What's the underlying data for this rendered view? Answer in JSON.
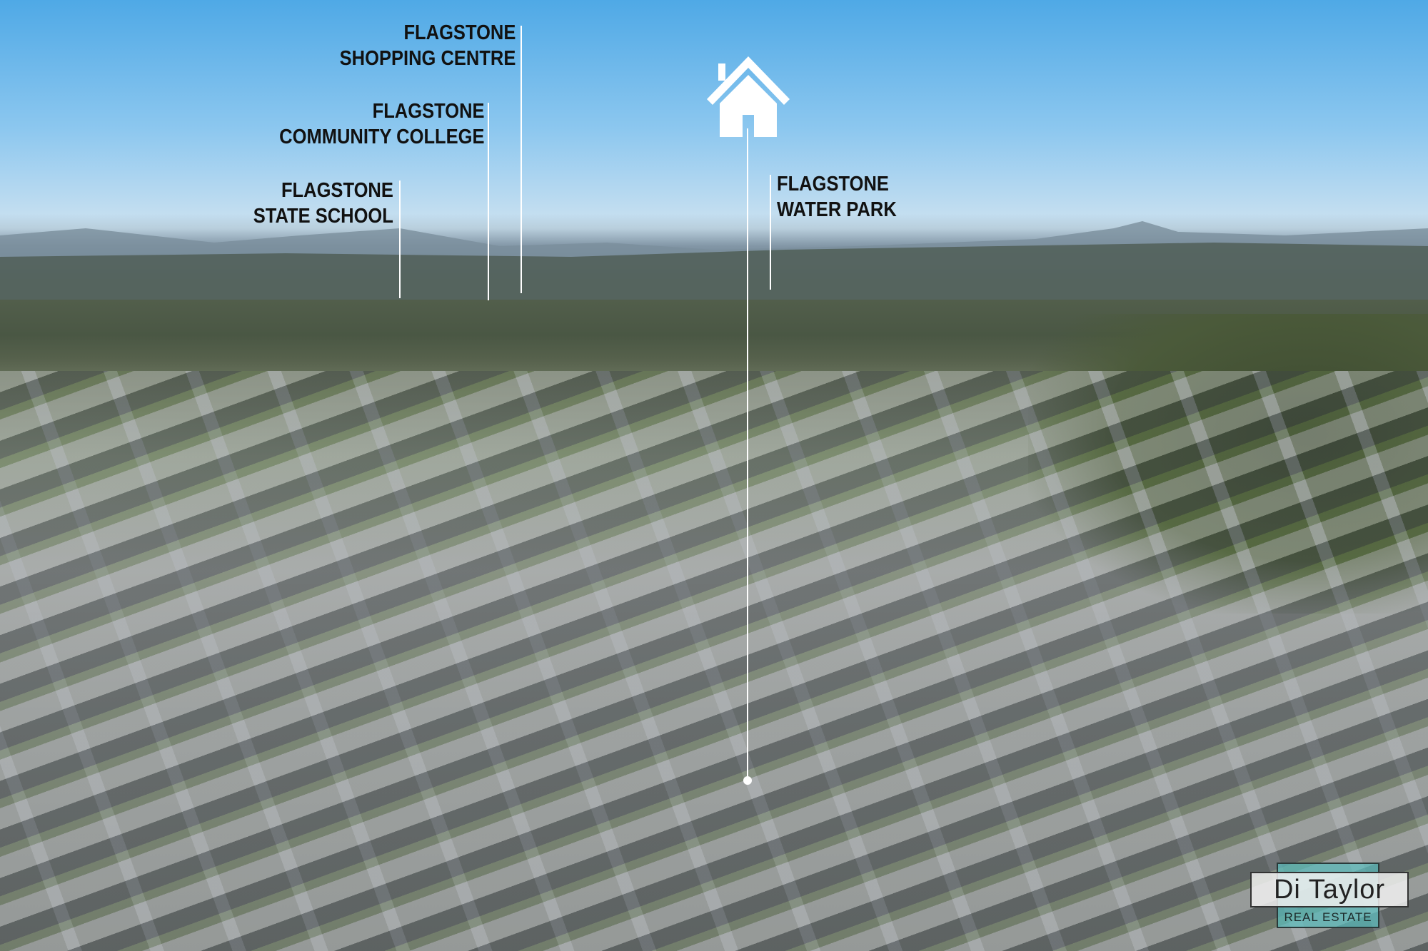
{
  "annotations": [
    {
      "line1": "FLAGSTONE",
      "line2": "SHOPPING CENTRE"
    },
    {
      "line1": "FLAGSTONE",
      "line2": "COMMUNITY COLLEGE"
    },
    {
      "line1": "FLAGSTONE",
      "line2": "STATE SCHOOL"
    },
    {
      "line1": "FLAGSTONE",
      "line2": "WATER PARK"
    }
  ],
  "property_marker": {
    "icon": "house-icon"
  },
  "logo": {
    "name": "Di Taylor",
    "subtitle": "REAL ESTATE",
    "accent": "#5abebe"
  }
}
